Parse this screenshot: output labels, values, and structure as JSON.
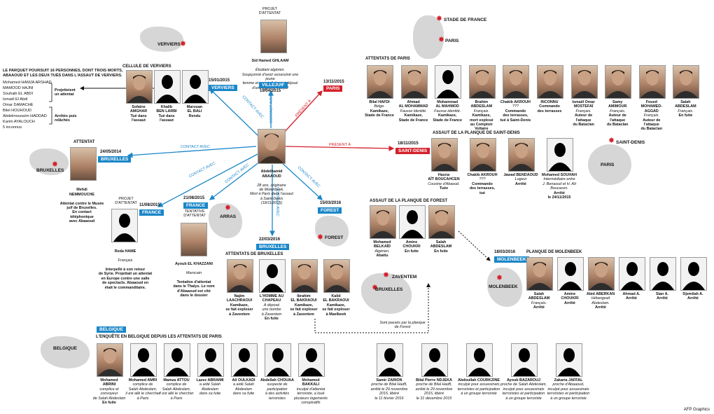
{
  "center": {
    "name": "Abdelhamid\nABAAOUD",
    "desc": "28 ans, originaire\nde Molenbeek.\nMort à Paris dans l'assaut\nà Saint-Denis\n(18/11/2015)"
  },
  "edges": {
    "contact": "CONTACT AVEC",
    "present": "PRÉSENT À"
  },
  "verviers": {
    "map": "VERVIERS",
    "date": "15/01/2015",
    "tag": "VERVIERS",
    "title": "CELLULE DE VERVIERS",
    "people": [
      {
        "name": "Sofaine\nAMGHAR",
        "note": "Tué dans\nl'assaut"
      },
      {
        "name": "Khalib\nBEN LARBI",
        "note": "Tué dans\nl'assaut"
      },
      {
        "name": "Marouan\nEL BALI",
        "note": "Rendu"
      }
    ]
  },
  "parquet": {
    "heading": "LE PARQUET POURSUIT 16 PERSONNES, DONT TROIS MORTS,\nABAAOUD ET LES DEUX TUÉS DANS L'ASSAUT DE VERVIERS.",
    "group1": [
      "Mohamed HAMJA ARSHAD",
      "MAMOOD HAJNI",
      "Souhaib EL ABDI",
      "Ismaël El Abdi",
      "Omar DAMACHE"
    ],
    "group1_note": "Projetteient\nun attentat",
    "group2": [
      "Bilel HOUHOUD",
      "Abdelmounaïm HADDAD",
      "Karim AYALOUCH"
    ],
    "group2_note": "Arrêtés puis\nrelâchés",
    "inconnus": "5 inconnus"
  },
  "villejuif": {
    "title": "PROJET\nD'ATTENTAT",
    "name": "Sid Hamed GHLAAM",
    "desc": "Étudiant algérien.\nSoupçonné d'avoir assassiné une jeune\nfemme et projet d'attentat déjoué\nd'une église à Villejuif",
    "tag": "VILLEJUIF",
    "date": "19/04/2015"
  },
  "paris": {
    "date": "13/11/2015",
    "tag": "PARIS"
  },
  "stade": {
    "label1": "STADE DE FRANCE",
    "label2": "PARIS"
  },
  "attentats_paris": {
    "title": "ATTENTATS DE PARIS",
    "people": [
      {
        "name": "Bilal HAFDI",
        "role": "Belge.",
        "note": "Kamikaze,\nStade de France",
        "photo": true
      },
      {
        "name": "Ahmad\nAL MOHAMMAD",
        "role": "Fausse identité.",
        "note": "Kamikaze,\nStade de France",
        "photo": true
      },
      {
        "name": "Mohammad\nAL MAHMOD",
        "role": "Fausse identité.",
        "note": "Kamikaze,\nStade de France",
        "photo": false
      },
      {
        "name": "Brahim ABDESLAM",
        "role": "Français.",
        "note": "Kamikaze,\nmort explosé\nau Comptoir\nVoltaire",
        "photo": true
      },
      {
        "name": "Chakib AKROUH",
        "role": "???",
        "note": "Commando\ndes terrasses,\ntué à Saint-Denis",
        "photo": true
      },
      {
        "name": "INCONNU",
        "role": "",
        "note": "Commando\ndes terrasses",
        "photo": true
      },
      {
        "name": "Ismaël Omar\nMOSTEFAÏ",
        "role": "Français.",
        "note": "Auteur de l'attaque\ndu Bataclan",
        "photo": true
      },
      {
        "name": "Samy\nAMIMOUR",
        "role": "Français.",
        "note": "Auteur de l'attaque\ndu Bataclan",
        "photo": true
      },
      {
        "name": "Foued\nMOHAMED-AGGAD",
        "role": "Français.",
        "note": "Auteur de l'attaque\ndu Bataclan",
        "photo": true
      },
      {
        "name": "Salah\nABDESLAM",
        "role": "Français.",
        "note": "En fuite",
        "photo": true
      }
    ]
  },
  "saint_denis": {
    "title": "ASSAUT DE LA PLANQUE DE SAINT-DENIS",
    "date": "18/11/2015",
    "tag": "SAINT-DENIS",
    "map1": "SAINT-DENIS",
    "map2": "PARIS",
    "people": [
      {
        "name": "Hasna\nAÏT BOUCAHCEN",
        "role": "Cousine d'Abaoud.",
        "note": "Tuée",
        "photo": true
      },
      {
        "name": "Chakib AKROUH",
        "role": "???",
        "note": "Commando\ndes terrasses,\ntué",
        "photo": true
      },
      {
        "name": "Jawad BENDAOUD",
        "role": "Logeur",
        "note": "Arrêté",
        "photo": true
      },
      {
        "name": "Mohamed SOUHAH",
        "role": "Intermédiaire entre\nJ. Benaoud et H. Aït Boucacen.",
        "note": "Arrêté\nle 24/11/2015",
        "photo": false
      }
    ]
  },
  "bruxelles_2014": {
    "title": "ATTENTAT",
    "date": "24/05/2014",
    "tag": "BRUXELLES",
    "map": "BRUXELLES",
    "name": "Mehdi\nNEMMOUCHE",
    "note": "Attentat contre le Musée\njuif de Bruxelles.\nEn contact\ntéléphonique\navec Abaaoud"
  },
  "france_2015": {
    "title": "PROJET\nD'ATTENTAT",
    "date": "11/08/2015",
    "tag": "FRANCE",
    "name": "Reda HAME",
    "role": "Français",
    "note": "Interpellé à son retour\nde Syrie. Projettait un attentat\nen Europe contre une salle\nde spectacle. Abaaoud en\nétait le commanditaire."
  },
  "arras": {
    "date": "21/08/2015",
    "tag": "FRANCE",
    "title": "TENTATIVE\nD'ATTENTAT",
    "map": "ARRAS",
    "name": "Ayoub EL KHAZZANI",
    "role": "Marocain",
    "note": "Tentative d'attentat\ndans le Thalys. Le nom\nd'Abaaoud est cité\ndans le dossier"
  },
  "bruxelles_2016": {
    "date": "22/03/2016",
    "tag": "BRUXELLES",
    "title": "ATTENTATS DE BRUXELLES",
    "people": [
      {
        "name": "Najim\nLAACHRAOUI",
        "role": "",
        "note": "Kamikaze,\nse fait exploser\nà Zaventem",
        "photo": true
      },
      {
        "name": "L'HOMME AU\nCHAPEAU",
        "role": "A déposé\nune bombe\nà Zaventem",
        "note": "En fuite",
        "photo": false
      },
      {
        "name": "Ibrahim\nEL BAKRAOUI",
        "role": "",
        "note": "Kamikaze,\nse fait exploser\nà Zaventem",
        "photo": true
      },
      {
        "name": "Kalid\nEL BAKRAOUI",
        "role": "",
        "note": "Kamikaze,\nse fait exploser\nà Maelbeek",
        "photo": true
      }
    ]
  },
  "forest": {
    "date": "15/03/2016",
    "tag": "FOREST",
    "map": "FOREST",
    "title": "ASSAUT DE LA PLANQUE DE FOREST",
    "people": [
      {
        "name": "Mohamed\nBELKAÏD",
        "role": "Algérien.",
        "note": "Abattu",
        "photo": true
      },
      {
        "name": "Amine\nCHOUKRI",
        "role": "",
        "note": "En fuite",
        "photo": false
      },
      {
        "name": "Salah\nABDESLAM",
        "role": "",
        "note": "En fuite",
        "photo": true
      }
    ]
  },
  "zaventem": {
    "map1": "ZAVENTEM",
    "map2": "BRUXELLES",
    "note": "Sont passés par la planque\nde Forest"
  },
  "molenbeek": {
    "date": "18/03/2016",
    "tag": "MOLENBEEK",
    "title": "PLANQUE DE MOLENBEEK",
    "map": "MOLENBEEK",
    "people": [
      {
        "name": "Salah\nABDESLAM",
        "role": "Français.",
        "note": "Arrêté",
        "photo": true
      },
      {
        "name": "Amine\nCHOUKRI",
        "role": "",
        "note": "Arrêté",
        "photo": false
      },
      {
        "name": "Abid ABERKAN",
        "role": "Hébergeait\nAbdeslam.",
        "note": "Arrêté",
        "photo": true
      },
      {
        "name": "Ahmad A.",
        "role": "",
        "note": "Arrêté",
        "photo": false
      },
      {
        "name": "Sian A.",
        "role": "",
        "note": "Arrêté",
        "photo": false
      },
      {
        "name": "Djemilah A.",
        "role": "",
        "note": "Arrêté",
        "photo": false
      }
    ]
  },
  "belgique": {
    "tag": "BELGIQUE",
    "map": "BELGIQUE",
    "title": "L'ENQUÊTE EN BELGIQUE DEPUIS LES ATTENTATS DE PARIS",
    "people": [
      {
        "name": "Mohamed\nABRINI",
        "role": "complice et convoyeur\nde Salah Abdeslam",
        "note": "En fuite",
        "photo": true
      },
      {
        "name": "Mohamed AMRI",
        "role": "complice de\nSalah Abdeslam,\nil est allé le chercher\nà Paris",
        "note": "",
        "photo": false
      },
      {
        "name": "Mamza ATTOU",
        "role": "complice de\nSalah Abdeslam,\nil est allé le chercher\nà Paris",
        "note": "",
        "photo": false
      },
      {
        "name": "Lazez ABRAIMI",
        "role": "a aidé Salah\nAbdeslam\ndans sa fuite",
        "note": "",
        "photo": false
      },
      {
        "name": "Ali OULKADI",
        "role": "a aidé Salah\nAbdeslam\ndans sa fuite",
        "note": "",
        "photo": false
      },
      {
        "name": "Abdellah CHOUAA",
        "role": "suspecté de\nparticipation\nà des activités\nterroristes",
        "note": "",
        "photo": false
      },
      {
        "name": "Mohamed\nBAKKALI",
        "role": "inculpé d'attentat\nterroriste, a loué\nplusieurs logements\nconspiratifs",
        "note": "",
        "photo": false
      },
      {
        "name": "Samir ZARION",
        "role": "proche de Bilal Hadfi,\narrêté le 29 novembre\n2015, libéré\nle 11 février 2016",
        "note": "",
        "photo": false
      },
      {
        "name": "Bilal Pierre NDJEKA",
        "role": "proche de Bilal Hadfi,\narrêté le 29 novembre\n2015, libéré\nle 31 décembre 2015",
        "note": "",
        "photo": false
      },
      {
        "name": "Abdoullah COURKZINE",
        "role": "inculpé pour assassinats\nterroristes et participation\nà un groupe terroriste",
        "note": "",
        "photo": false
      },
      {
        "name": "Ayoub BAZAROUJ",
        "role": "proche de Salah Abdeslam,\ninculpé pour assassinats\nterroristes et participation\nà un groupe terroriste",
        "note": "",
        "photo": false
      },
      {
        "name": "Zakaria JAFFAL",
        "role": "proche d'Abaaoud,\ninculpé pour assassinats\nterroristes et participation\nà un groupe terroriste",
        "note": "",
        "photo": false
      }
    ]
  },
  "credit": "AFP Graphics",
  "colors": {
    "blue": "#1a86c8",
    "red": "#d4202a"
  }
}
